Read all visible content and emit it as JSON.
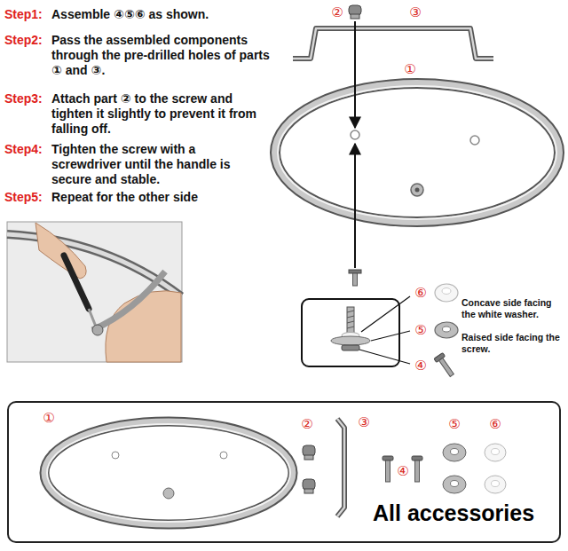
{
  "diagram": {
    "nodes": [
      {
        "text": [
          "All accessories"
        ]
      }
    ],
    "labels": [
      "Step1:",
      "Assemble ④⑤⑥ as shown.",
      "Step2:",
      "Pass the assembled components through the pre-drilled holes of parts ① and ③.",
      "Step3:",
      "Attach part ② to the screw and tighten it slightly to prevent it from falling off.",
      "Step4:",
      "Tighten the screw with a screwdriver until the handle is secure and stable.",
      "Step5:",
      "Repeat for the other side",
      "②",
      "③",
      "①",
      "⑥",
      "Concave side facing the white washer.",
      "⑤",
      "Raised side facing the screw.",
      "④",
      "①",
      "②",
      "③",
      "④",
      "⑤",
      "⑥"
    ]
  }
}
